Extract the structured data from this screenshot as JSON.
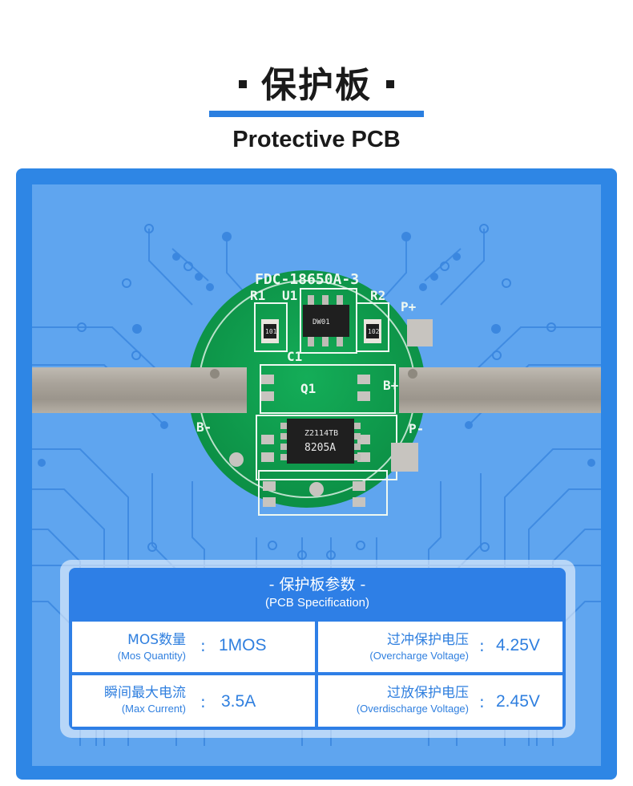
{
  "header": {
    "title": "保护板",
    "subtitle": "Protective PCB"
  },
  "board": {
    "model": "FDC-18650A-3",
    "labels": {
      "r1": "R1",
      "u1": "U1",
      "r2": "R2",
      "c1": "C1",
      "q1": "Q1",
      "p_plus": "P+",
      "b_plus": "B+",
      "b_minus": "B-",
      "p_minus": "P-",
      "res1_code": "101",
      "res2_code": "102",
      "u1_chip": "DW01",
      "q1_chip_line1": "8205A",
      "q1_chip_line2": "Z2114TB"
    },
    "colors": {
      "pcb": "#10a050",
      "bg": "#5fa5ef",
      "frame": "#2e86e5",
      "accent": "#2a7fe0"
    }
  },
  "spec": {
    "title": "- 保护板参数 -",
    "subtitle": "(PCB Specification)",
    "rows": [
      {
        "left": {
          "label_zh": "MOS数量",
          "label_en": "(Mos Quantity)",
          "value": "1MOS"
        },
        "right": {
          "label_zh": "过冲保护电压",
          "label_en": "(Overcharge Voltage)",
          "value": "4.25V"
        }
      },
      {
        "left": {
          "label_zh": "瞬间最大电流",
          "label_en": "(Max Current)",
          "value": "3.5A"
        },
        "right": {
          "label_zh": "过放保护电压",
          "label_en": "(Overdischarge Voltage)",
          "value": "2.45V"
        }
      }
    ],
    "colon": ":"
  }
}
